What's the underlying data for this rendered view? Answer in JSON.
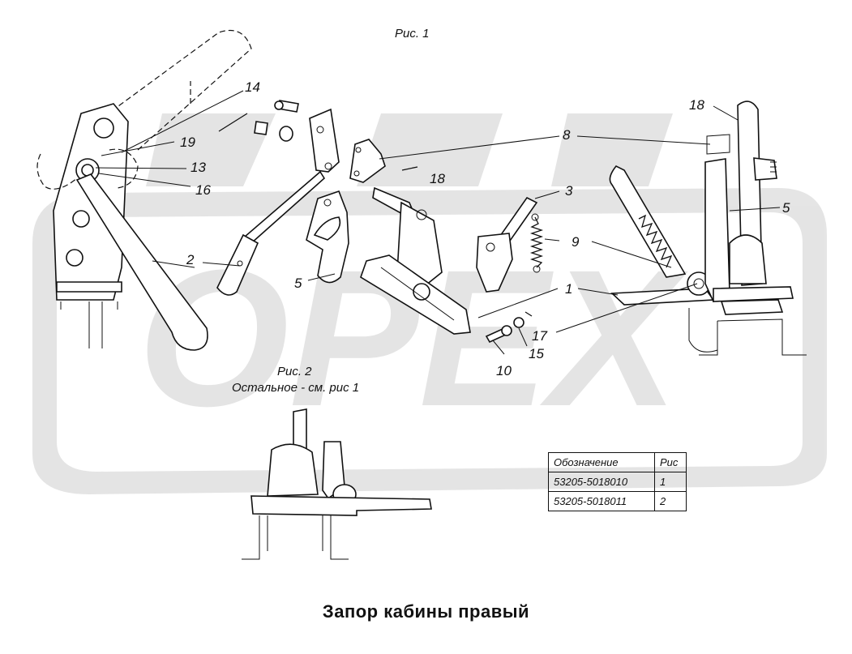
{
  "fig1_caption": "Рис. 1",
  "fig2_caption": "Рис. 2",
  "fig2_note": "Остальное - см. рис 1",
  "watermark": "OPEX",
  "title": "Запор кабины правый",
  "callouts": {
    "n1": "1",
    "n2": "2",
    "n3": "3",
    "n5a": "5",
    "n5b": "5",
    "n8": "8",
    "n9": "9",
    "n10": "10",
    "n13": "13",
    "n14": "14",
    "n15": "15",
    "n16": "16",
    "n17": "17",
    "n18a": "18",
    "n18b": "18",
    "n19": "19"
  },
  "table": {
    "headers": [
      "Обозначение",
      "Рис"
    ],
    "rows": [
      [
        "53205-5018010",
        "1"
      ],
      [
        "53205-5018011",
        "2"
      ]
    ]
  }
}
